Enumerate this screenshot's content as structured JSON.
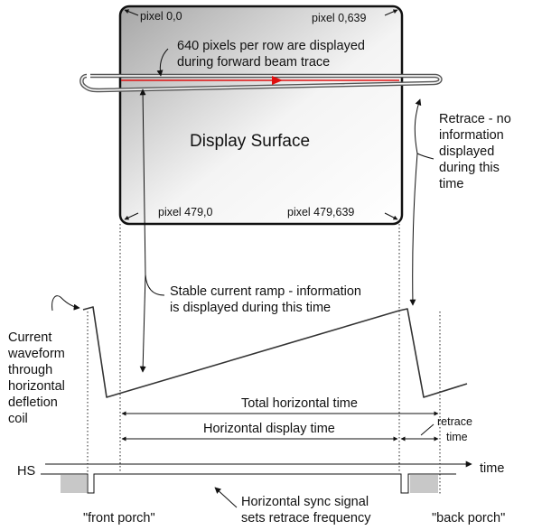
{
  "screen": {
    "title": "Display Surface",
    "corner_top_left": "pixel 0,0",
    "corner_top_right": "pixel 0,639",
    "corner_bottom_left": "pixel 479,0",
    "corner_bottom_right": "pixel 479,639",
    "row_note_line1": "640 pixels per row are displayed",
    "row_note_line2": "during forward beam trace"
  },
  "annotations": {
    "retrace_lines": [
      "Retrace - no",
      "information",
      "displayed",
      "during this",
      "time"
    ],
    "ramp_line1": "Stable current ramp - information",
    "ramp_line2": "is displayed during this time",
    "waveform_lines": [
      "Current",
      "waveform",
      "through",
      "horizontal",
      "defletion",
      "coil"
    ]
  },
  "timing": {
    "total_time": "Total horizontal time",
    "display_time": "Horizontal display time",
    "retrace_time_line1": "retrace",
    "retrace_time_line2": "time",
    "time_axis": "time",
    "hs_label": "HS",
    "front_porch": "\"front porch\"",
    "back_porch": "\"back porch\"",
    "sync_line1": "Horizontal sync signal",
    "sync_line2": "sets retrace frequency"
  },
  "colors": {
    "beam": "#e01010",
    "porch_fill": "#c8c8c8",
    "screen_dark": "#a6a6a6",
    "screen_light": "#ffffff"
  }
}
